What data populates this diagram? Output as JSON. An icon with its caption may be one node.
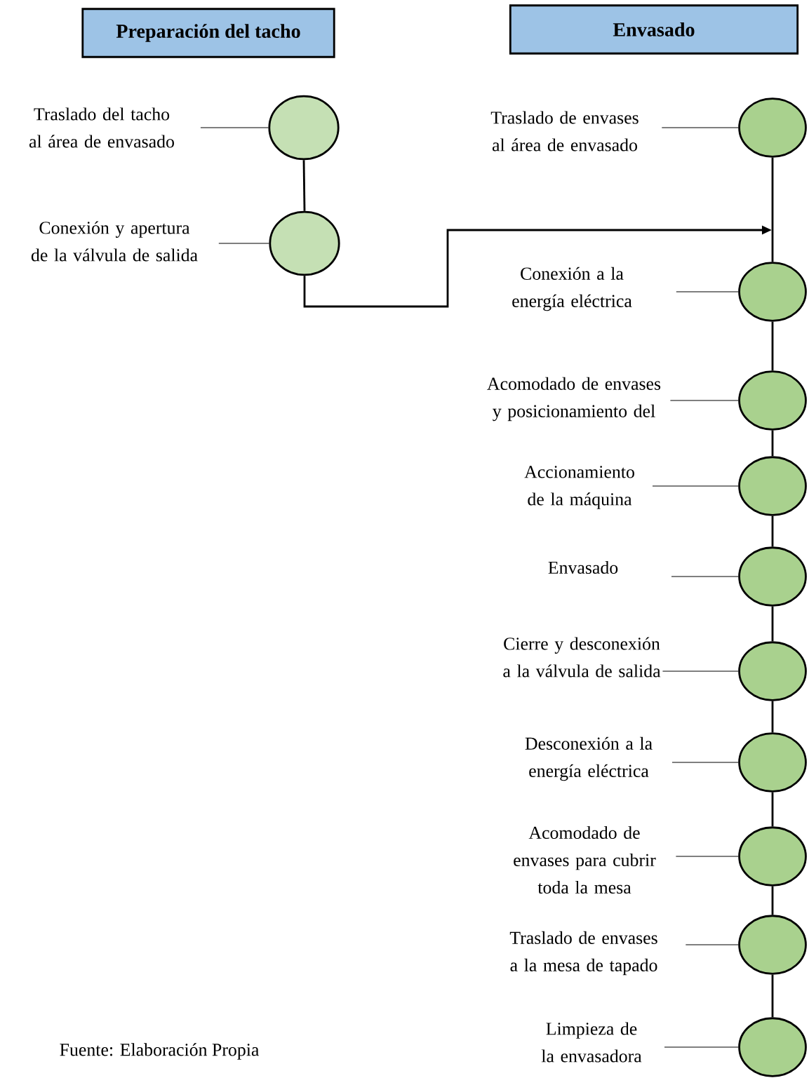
{
  "diagram": {
    "caption": "Fuente: Elaboración Propia",
    "nodes": [
      {
        "text": [
          "Preparación del tacho"
        ]
      },
      {
        "text": [
          "Envasado"
        ]
      },
      {
        "text": [
          "Traslado del tacho al área de envasado"
        ]
      },
      {
        "text": [],
        "shape": "circle"
      },
      {
        "text": [
          "Conexión y apertura de la válvula de salida"
        ]
      },
      {
        "text": [],
        "shape": "circle"
      },
      {
        "text": [
          "Traslado de envases al área de envasado"
        ]
      },
      {
        "text": [],
        "shape": "circle"
      },
      {
        "text": [
          "Conexión a la energía eléctrica"
        ]
      },
      {
        "text": [],
        "shape": "circle"
      },
      {
        "text": [
          "Acomodado de envases y posicionamiento del"
        ]
      },
      {
        "text": [],
        "shape": "circle"
      },
      {
        "text": [
          "Accionamiento de la máquina"
        ]
      },
      {
        "text": [],
        "shape": "circle"
      },
      {
        "text": [
          "Envasado"
        ]
      },
      {
        "text": [],
        "shape": "circle"
      },
      {
        "text": [
          "Cierre y desconexión a la válvula de salida"
        ]
      },
      {
        "text": [],
        "shape": "circle"
      },
      {
        "text": [
          "Desconexión a la energía eléctrica"
        ]
      },
      {
        "text": [],
        "shape": "circle"
      },
      {
        "text": [
          "Acomodado de envases para cubrir toda la mesa"
        ]
      },
      {
        "text": [],
        "shape": "circle"
      },
      {
        "text": [
          "Traslado de envases a la mesa de tapado"
        ]
      },
      {
        "text": [],
        "shape": "circle"
      },
      {
        "text": [
          "Limpieza de la envasadora"
        ]
      },
      {
        "text": [],
        "shape": "circle"
      }
    ],
    "edges": [
      {
        "from": 2,
        "to": 3,
        "arrow": "none"
      },
      {
        "from": 4,
        "to": 5,
        "arrow": "none"
      },
      {
        "from": 3,
        "to": 5,
        "arrow": "none"
      },
      {
        "from": 5,
        "to": null,
        "arrow": "to"
      },
      {
        "from": 6,
        "to": 7,
        "arrow": "none"
      },
      {
        "from": 8,
        "to": 9,
        "arrow": "none"
      },
      {
        "from": 10,
        "to": 11,
        "arrow": "none"
      },
      {
        "from": 12,
        "to": 13,
        "arrow": "none"
      },
      {
        "from": 14,
        "to": 15,
        "arrow": "none"
      },
      {
        "from": 16,
        "to": 17,
        "arrow": "none"
      },
      {
        "from": 18,
        "to": 19,
        "arrow": "none"
      },
      {
        "from": 20,
        "to": 21,
        "arrow": "none"
      },
      {
        "from": 22,
        "to": 23,
        "arrow": "none"
      },
      {
        "from": 24,
        "to": 25,
        "arrow": "none"
      },
      {
        "from": 7,
        "to": 9,
        "arrow": "none"
      },
      {
        "from": 9,
        "to": 11,
        "arrow": "none"
      },
      {
        "from": 11,
        "to": 13,
        "arrow": "none"
      },
      {
        "from": 13,
        "to": 15,
        "arrow": "none"
      },
      {
        "from": 15,
        "to": 17,
        "arrow": "none"
      },
      {
        "from": 17,
        "to": 19,
        "arrow": "none"
      },
      {
        "from": 19,
        "to": 21,
        "arrow": "none"
      },
      {
        "from": 21,
        "to": 23,
        "arrow": "none"
      },
      {
        "from": 23,
        "to": 25,
        "arrow": "none"
      }
    ]
  }
}
